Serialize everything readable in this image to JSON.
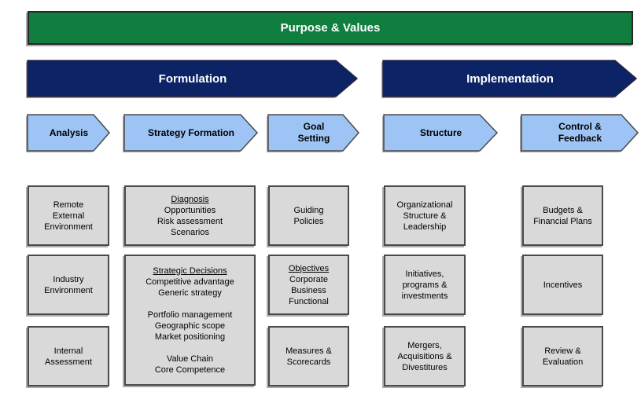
{
  "banner": {
    "label": "Purpose & Values"
  },
  "phases": {
    "formulation": "Formulation",
    "implementation": "Implementation"
  },
  "steps": {
    "analysis": "Analysis",
    "strategy_formation": "Strategy Formation",
    "goal_setting": "Goal\nSetting",
    "structure": "Structure",
    "control_feedback": "Control &\nFeedback"
  },
  "boxes": {
    "analysis": {
      "b1": "Remote\nExternal\nEnvironment",
      "b2": "Industry\nEnvironment",
      "b3": "Internal\nAssessment"
    },
    "strategy_formation": {
      "b1_heading": "Diagnosis",
      "b1": "Opportunities\nRisk assessment\nScenarios",
      "b2_heading": "Strategic Decisions",
      "b2": "Competitive advantage\nGeneric strategy\n\nPortfolio management\nGeographic scope\nMarket positioning\n\nValue Chain\nCore Competence"
    },
    "goal_setting": {
      "b1": "Guiding\nPolicies",
      "b2_heading": "Objectives",
      "b2": "Corporate\nBusiness\nFunctional",
      "b3": "Measures &\nScorecards"
    },
    "structure": {
      "b1": "Organizational\nStructure &\nLeadership",
      "b2": "Initiatives,\nprograms &\ninvestments",
      "b3": "Mergers,\nAcquisitions &\nDivestitures"
    },
    "control_feedback": {
      "b1": "Budgets &\nFinancial Plans",
      "b2": "Incentives",
      "b3": "Review &\nEvaluation"
    }
  },
  "colors": {
    "banner_green": "#107E3E",
    "phase_navy": "#0C2365",
    "step_blue": "#9EC4F5",
    "box_gray": "#D9D9D9",
    "border_dark": "#4A4A4A",
    "shadow_gray": "#ABABAB"
  }
}
